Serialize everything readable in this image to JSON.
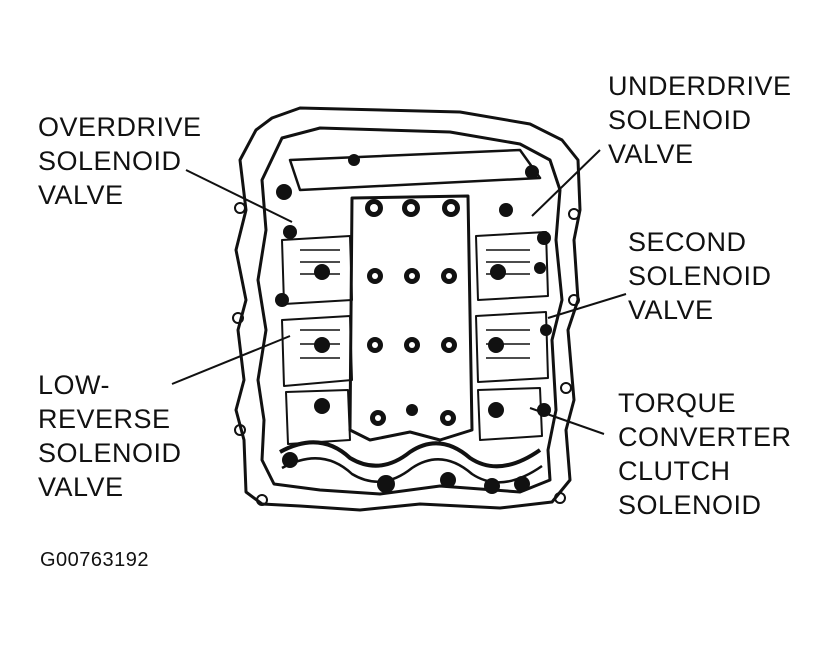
{
  "labels": {
    "overdrive": [
      "OVERDRIVE",
      "SOLENOID",
      "VALVE"
    ],
    "underdrive": [
      "UNDERDRIVE",
      "SOLENOID",
      "VALVE"
    ],
    "second": [
      "SECOND",
      "SOLENOID",
      "VALVE"
    ],
    "low_reverse": [
      "LOW-",
      "REVERSE",
      "SOLENOID",
      "VALVE"
    ],
    "torque_converter": [
      "TORQUE",
      "CONVERTER",
      "CLUTCH",
      "SOLENOID"
    ]
  },
  "figure_id": "G00763192"
}
